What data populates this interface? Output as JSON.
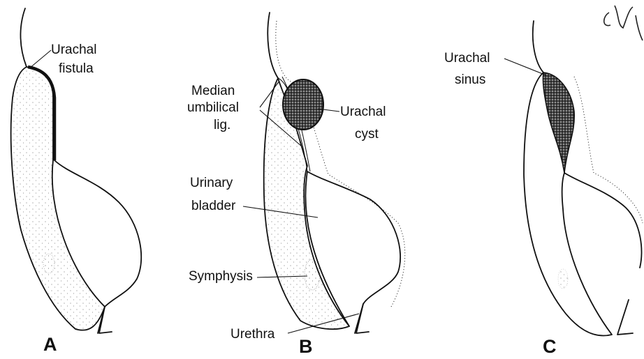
{
  "diagram": {
    "panels": [
      {
        "letter": "A",
        "labels": {
          "fistula_line1": "Urachal",
          "fistula_line2": "fistula"
        }
      },
      {
        "letter": "B",
        "labels": {
          "ligament_line1": "Median",
          "ligament_line2": "umbilical",
          "ligament_line3": "lig.",
          "cyst_line1": "Urachal",
          "cyst_line2": "cyst",
          "bladder_line1": "Urinary",
          "bladder_line2": "bladder",
          "symphysis": "Symphysis",
          "urethra": "Urethra"
        }
      },
      {
        "letter": "C",
        "labels": {
          "sinus_line1": "Urachal",
          "sinus_line2": "sinus"
        }
      }
    ],
    "colors": {
      "ink": "#111111",
      "background": "#ffffff"
    }
  }
}
